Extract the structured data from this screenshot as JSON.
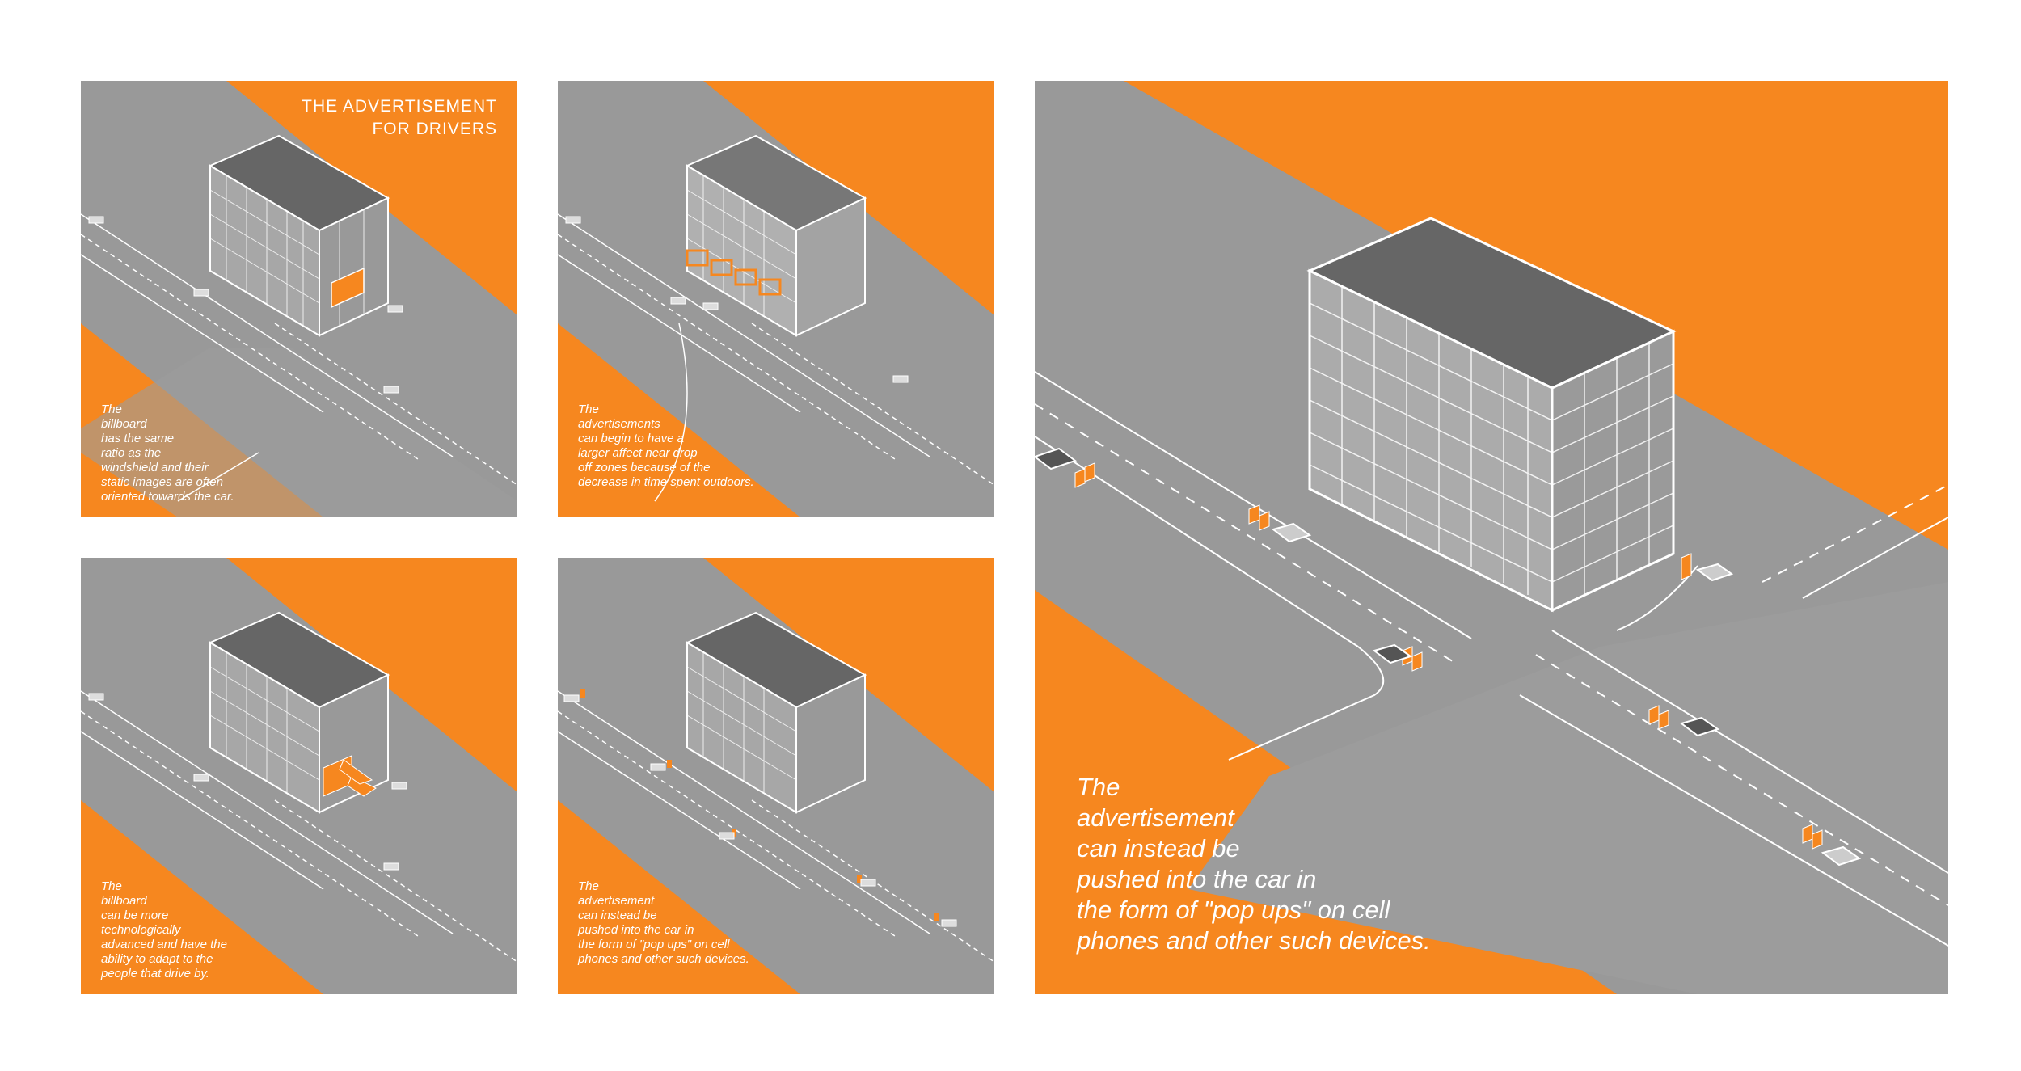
{
  "heading": "THE ADVERTISEMENT\nFOR DRIVERS",
  "panels": [
    {
      "caption": "The\nbillboard\nhas the same\nratio as the\nwindshield and their\nstatic images are often\noriented towards the car."
    },
    {
      "caption": "The\nadvertisements\ncan begin to have a\nlarger affect near drop\noff zones because of the\ndecrease in time spent outdoors."
    },
    {
      "caption": "The\nbillboard\ncan be more\ntechnologically\nadvanced and have the\nability to adapt to the\npeople that drive by."
    },
    {
      "caption": "The\nadvertisement\ncan instead be\npushed into the car in\nthe form of \"pop ups\" on cell\nphones and other such devices."
    },
    {
      "caption": "The\nadvertisement\ncan instead be\npushed into the car in\nthe form of \"pop ups\" on cell\nphones and other such devices."
    }
  ],
  "colors": {
    "orange": "#f6871f",
    "road": "#999999",
    "building_roof": "#666666",
    "line": "#ffffff"
  }
}
